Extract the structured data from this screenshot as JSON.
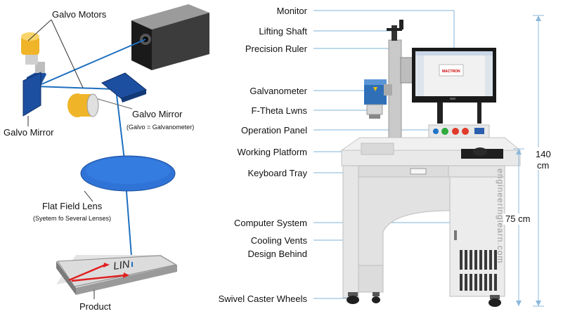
{
  "left_labels": {
    "galvo_motors": "Galvo Motors",
    "galvo_mirror_left": "Galvo Mirror",
    "galvo_mirror_right": "Galvo Mirror",
    "galvo_note": "(Galvo = Galvanometer)",
    "flat_field_lens": "Flat Field Lens",
    "lens_note": "(Syetem fo Several Lenses)",
    "product": "Product",
    "product_marking": "LIN"
  },
  "callouts": [
    {
      "id": "monitor",
      "label": "Monitor"
    },
    {
      "id": "lifting-shaft",
      "label": "Lifting Shaft"
    },
    {
      "id": "precision-ruler",
      "label": "Precision Ruler"
    },
    {
      "id": "galvanometer",
      "label": "Galvanometer"
    },
    {
      "id": "f-theta",
      "label": "F-Theta Lwns"
    },
    {
      "id": "operation-panel",
      "label": "Operation Panel"
    },
    {
      "id": "working-platform",
      "label": "Working Platform"
    },
    {
      "id": "keyboard-tray",
      "label": "Keyboard Tray"
    },
    {
      "id": "computer-system",
      "label": "Computer System"
    },
    {
      "id": "cooling-vents",
      "label": "Cooling Vents"
    },
    {
      "id": "cooling-vents-2",
      "label": "Design Behind"
    },
    {
      "id": "caster-wheels",
      "label": "Swivel Caster Wheels"
    }
  ],
  "dimensions": {
    "total_height_value": "140",
    "total_height_unit": "cm",
    "table_height": "75 cm"
  },
  "screen_brand": "MACTRON",
  "watermark": "engineeringlearn.com",
  "colors": {
    "beam": "#1f6fc0",
    "lens": "#2f73d6",
    "mirror_dark": "#1d4fa0",
    "motor": "#f0b429",
    "callout_line": "#7fb3d9",
    "dimension_line": "#8cb8dc"
  }
}
